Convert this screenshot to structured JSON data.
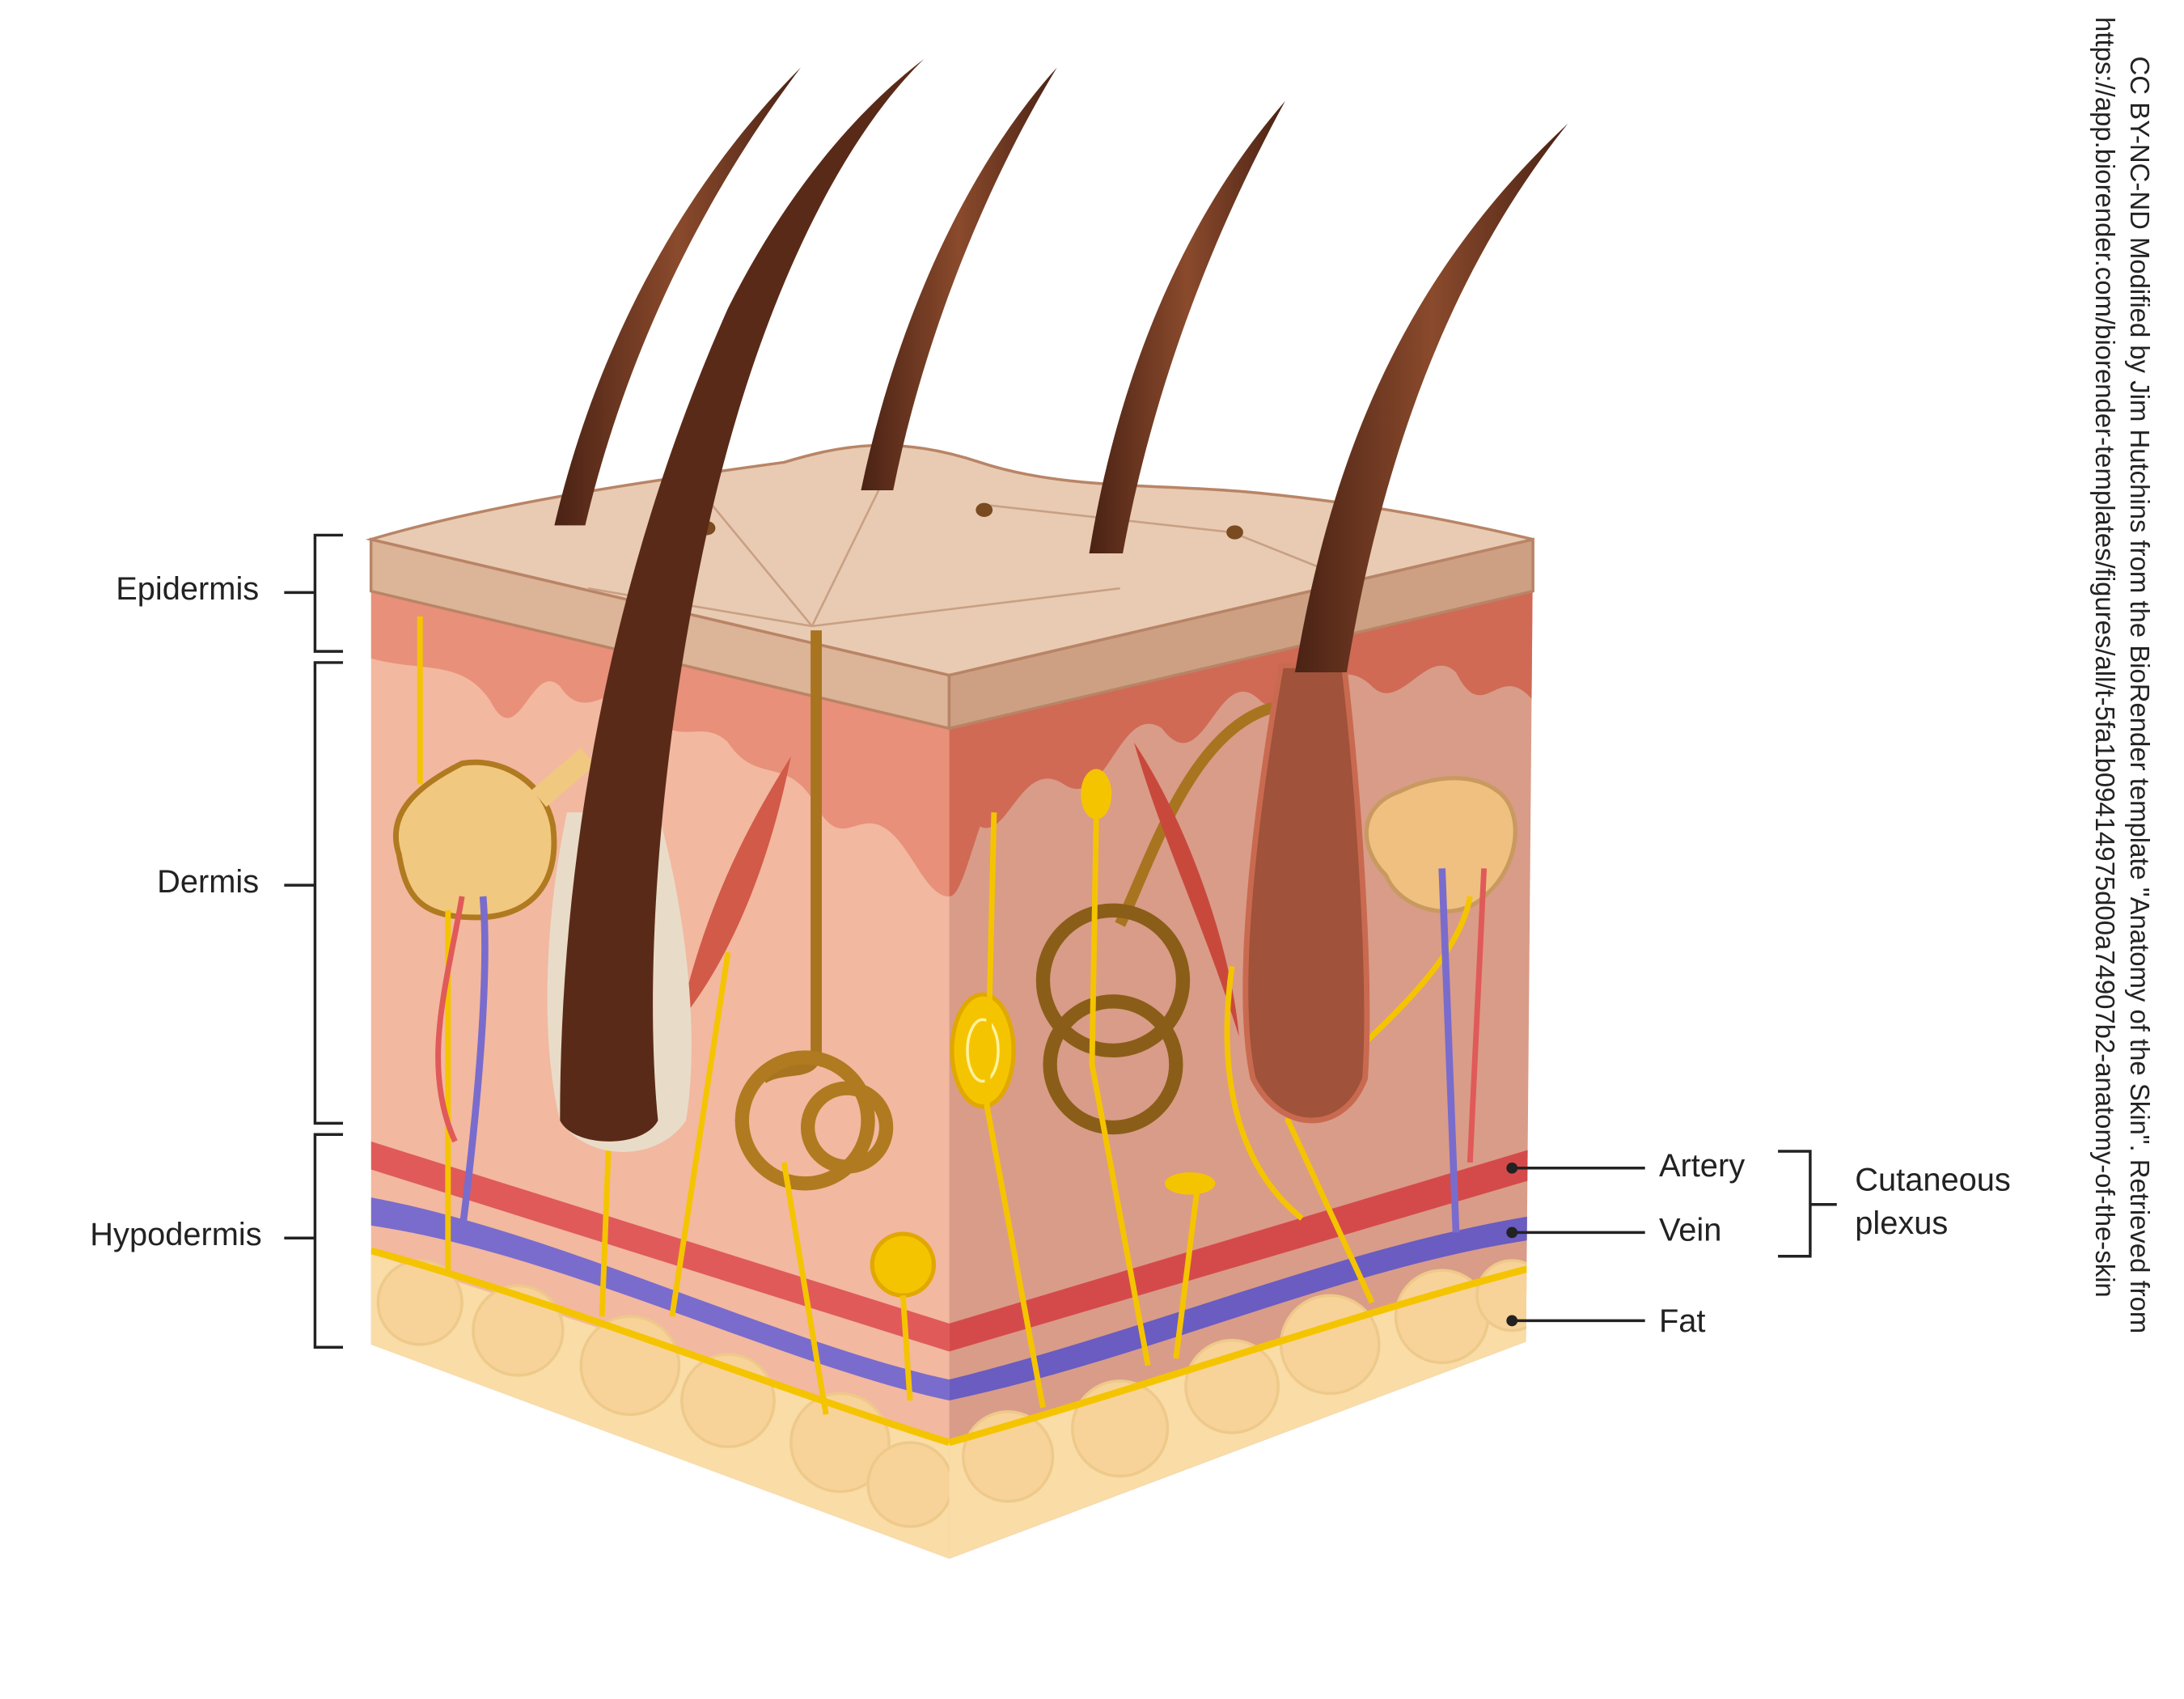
{
  "title": "Anatomy of the Skin",
  "layers": {
    "epidermis": "Epidermis",
    "dermis": "Dermis",
    "hypodermis": "Hypodermis"
  },
  "structures": {
    "artery": "Artery",
    "vein": "Vein",
    "fat": "Fat",
    "plexus_line1": "Cutaneous",
    "plexus_line2": "plexus"
  },
  "credit": {
    "line1": "CC BY-NC-ND Modified by Jim Hutchins from the BioRender template \"Anatomy of the Skin\". Retrieved from",
    "line2": "https://app.biorender.com/biorender-templates/figures/all/t-5fa1b09414975d00a74907b2-anatomy-of-the-skin"
  },
  "colors": {
    "epidermis": "#e8cbb2",
    "dermis_left": "#f2b8a0",
    "dermis_right": "#d99c88",
    "artery": "#e05a5a",
    "vein": "#7a6ccc",
    "fat": "#f9dca6",
    "nerve": "#f5c400",
    "hair": "#6b3420"
  }
}
